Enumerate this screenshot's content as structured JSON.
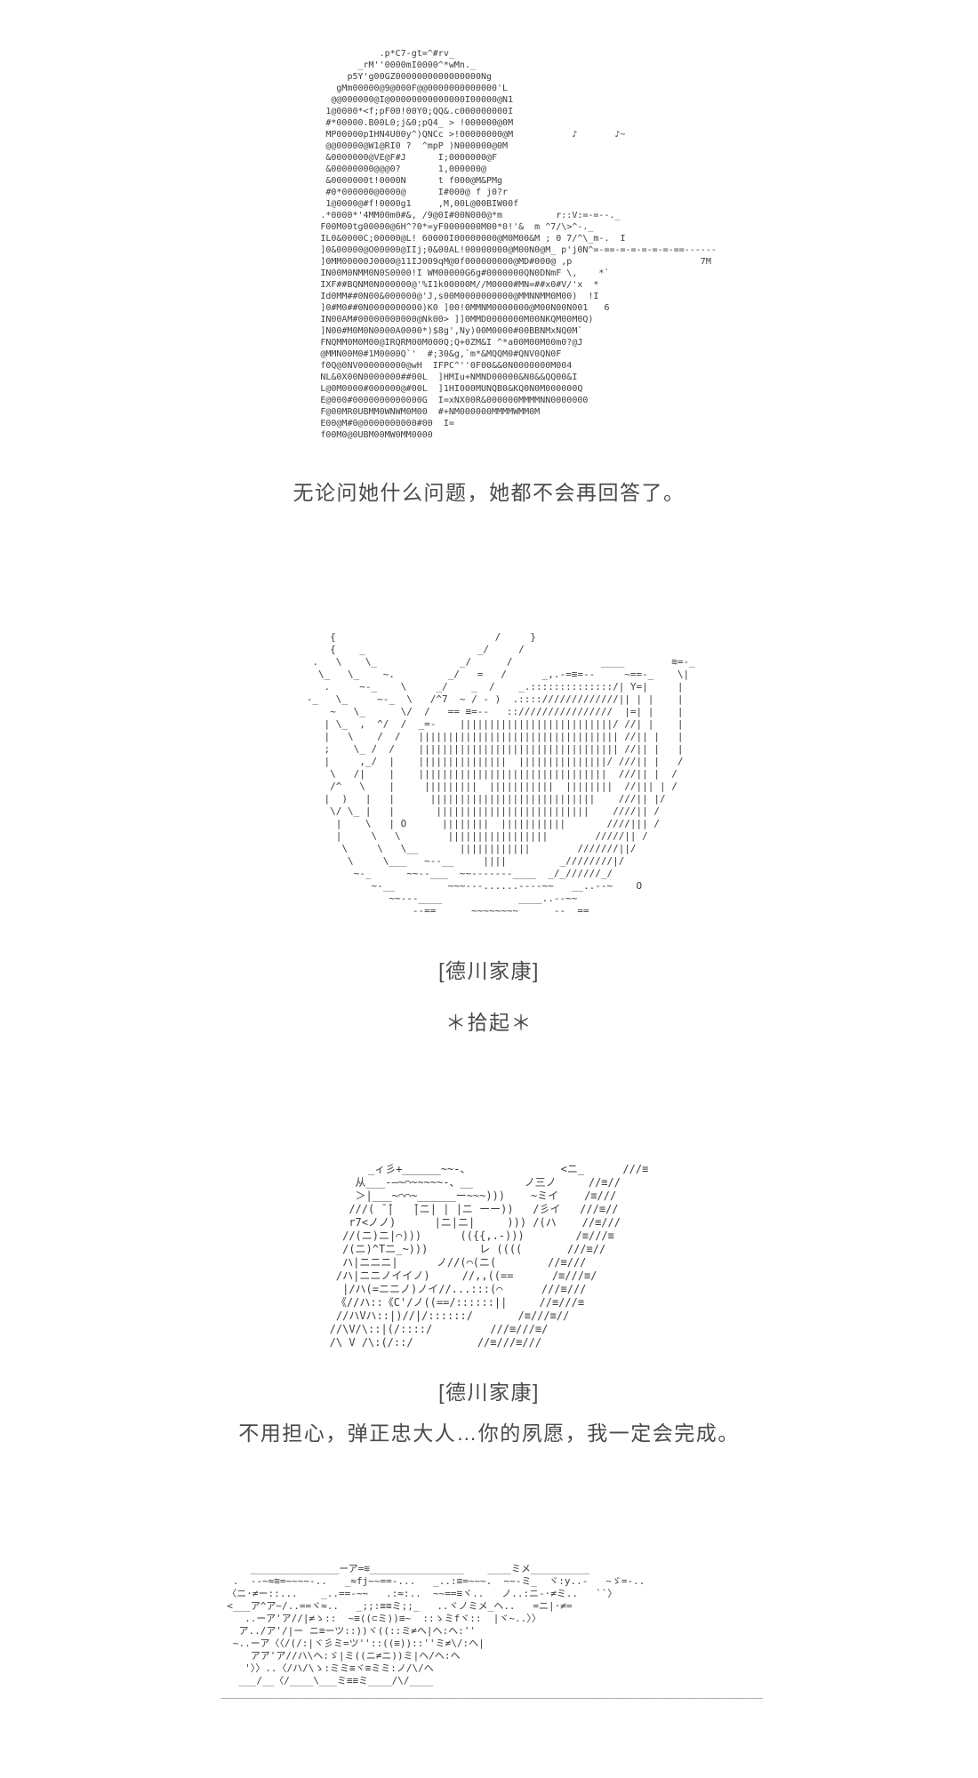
{
  "page": {
    "background_color": "#ffffff",
    "caption_color": "#4a4a4a",
    "ascii_color": "#3d3d3d"
  },
  "scene": {
    "girl_aa": [
      "                      .p*C7-gt=^#rv_",
      "                  _rM''0000mI0000^*wMn._",
      "                p5Y'g00GZ0000000000000000Ng",
      "              gMm00000@9@000F@@0000000000000'L",
      "             @@000000@I@00000000000000I00000@N1",
      "            1@0000*<f;pF00!00Y0;QQ&.c000000000I",
      "            #*00000.B00L0;j&0;pQ4_ > !000000@0M",
      "            MP00000pIHN4U00y^)QNCc >!00000000@M           ♪       ♪~",
      "            @@00000@W1@RI0 ?  ^mpP )N000000@0M",
      "            &0000000@VE@F#J      I;0000000@F",
      "            &00000000@@@0?       1,000000@",
      "            &0000000t!0000N      t f000@M&PMg",
      "            #0*000000@0000@      I#000@ f j0?r",
      "            1@0000@#f!0000g1     ,M,00L@00BIW00f",
      "           .*0000*'4MM00m0#&, /9@0I#00N000@*m          r::V:=-=--._",
      "           F00M00tg00000@6H^?0*=yF0000000M00*0!'&  m ^7/\\>^-._",
      "           IL0&0000C;00000@L! 60000I00000000@M0M00&M ; 0 7/^\\_m-.  I",
      "           ]0&00000@O00000@IIj;0&00AL!00000000@M00N0@M_ p'j0N^=-==-=-=-=-=-=-==------",
      "           ]0MM00000J0000@11IJ009qM@0f000000000@MD#000@ ,p                        7M",
      "           IN00M0NMM0N0S0000!I WM00000G6g#0000000QN0DNmF \\,    *`",
      "           IXF##BQNM0N000000@'%I1k00000M//M0000#MN=##x0#V/'x  *",
      "           Id0MM##0N00&000000@'J,s00M0000000000@MMNNMM0M00)  !I",
      "           ]0#M0##0N0000000000)K0 ]00!0MMNM0000000@M00N00N001   6",
      "           IN00AM#00000000000@Nk00> ]]0MMD0000000M00NKQM00M0Q)",
      "           ]N00#M0M0N0000A0000*)$8g',Ny)00M0000#00BBNMxNQ0M`",
      "           FNQMM0M0M00@IRQRM00M000Q;Q+0ZM&I ^*a00M00M00m0?@J",
      "           @MMN00M0#1M0000Q`'  #;30&g,`m*&MQQM0#QNV0QN0F",
      "           f0Q@0NV000000000@wH  IFPC^''0F00&&0N0000000M004",
      "           NL&0X00N0000000##00L  ]HMIu+NMND00000&N0&&QQ00&I",
      "           L@0M0000#000000@#00L  ]1HI000MUNQB0&KQ0N0M000000Q",
      "           E@000#0000000000000G  I=xNX00R&000000MMMMNN0000000",
      "           F@00MR0UBMM0WNWM0M00  #+NM000000MMMMWMM0M",
      "           E00@M#0@0000000000#00  I=",
      "           f00M0@0UBM00MW0MM0000"
    ],
    "narration": "无论问她什么问题，她都不会再回答了。",
    "item_aa": [
      "        {                           /     }",
      "        {    _                   _/     /",
      "     .   \\    \\_              _/      /               ____        ≋=-_",
      "      \\_   \\_    ~.         _/   =   /      _,.-=≡=--     ~==-_    \\|",
      "       .     ~-_    \\     _/    _  /    _.::::::::::::::/| Y=|     |",
      "    -_   \\_     ~-_  \\   /^7  ~ / - )  .:::://///////////|| | |    |",
      "        ~   \\_      \\/  /   == ≡=--   ::////////////////  |=| |    |",
      "       | \\_  ,  ^/  /  _=-    ||||||||||||||||||||||||||/ //| |    |",
      "       |   \\    /  /   |||||||||||||||||||||||||||||||||| //|| |   |",
      "       ;    \\_ /  /    |||||||||||||||||||||||||||||||||| //|| |   |",
      "       |     ,_/  |    |||||||||||||||  |||||||||||||||/ ///|| |   /",
      "        \\   /|    |    ||||||||||||||||||||||||||||||||  ///|| |  /",
      "        /^   \\    |     |||||||||  |||||||||||  ||||||||  //||| | /",
      "       |  )   |   |      ||||||||||||||||||||||||||||    ///|| |/",
      "        \\/ \\_ |   |       ||||||||||||||||||||||||||    ////|| /",
      "         |    \\   | O      ||||||||  |||||||||||       ////||| /",
      "         |     \\   \\        |||||||||||||||||        /////|| /",
      "          \\     \\   \\__       ||||||||||||        ///////||/",
      "           \\     \\___   ~--__     ||||         _////////|/",
      "            ~-_      ~~--___  ~~-------____  _/_//////_/",
      "               ~-__         ~~~---......----~~   __..--~    O",
      "                  ~~---____             ____..--~~",
      "                      --==      ~~~~~~~~      --  =="
    ],
    "speaker_1": "[德川家康]",
    "action_1": "＊拾起＊",
    "ieyasu_aa": [
      "      _ィ彡+______~~-、              <ニ_      ///≡",
      "    从___-―~⌒~~~~~-、__        ノ三ノ     //≡//",
      "    ＞|___~⌒⌒~______ー~~~)))    ~ミイ    /≡///",
      "   ///( ̄ ̄|   ̄|ニ| | |ニ ーー))   /彡イ   ///≡//",
      "   r7<ノノ)      |ニ|ニ|     ))) /(ハ    //≡///",
      "  //(ニ)ニ|⌒)))      (({{,.-)))        /≡///≡",
      "  /(ニ)^Tニ_~)))        レ ((((       ///≡//",
      "  ハ|ニニニ|      ノ//(⌒(ニ(        //≡///",
      " /ハ|ニニノイイノ)     //,,((==      /≡///≡/",
      "  |/ハ(=ニニノ)ノイ//...:::(⌒      ///≡///",
      " 《//ハ::《C'/ノ((==/::::::||     //≡///≡",
      " //ハVハ::|)//|/::::::/       /≡///≡//",
      "//\\V/\\::|(/::::/         ///≡///≡/",
      "/\\ V /\\:(/::/          //≡///≡///"
    ],
    "speaker_2": "[德川家康]",
    "dialogue": "不用担心，弹正忠大人…你的夙愿，我一定会完成。",
    "battle_aa": [
      "      _______________ーア=≋________________    ____ミメ__________",
      "   .  --~≈≋=~~~~-..   _≈fj~~==-...   _..:≡=~~~.  ~~-ミ_  ヾ:y..-   ~ゞ=-..",
      "  〈ニ·≠ー::...    _..==-~~   .:≈:..  ~~==≡ヾ..   ノ..:ニ-·≠ミ..   ``〉",
      "  <___ア^ア~/..==ヾ≈..   _;;:≡≡ミ;;_   ..ヾノミメ_ヘ..   =ニ|·≠=",
      "     ..ーア'ア//|≠ゝ::  ~≡((⊂ミ))≡~  ::ゝミfヾ::  |ヾ~..〉〉",
      "    ア../ア'/|ー ニ≡ーツ::))ヾ((::ミ≠ヘ|ヘ:ヘ:''",
      "   ~..ーア〈〈/(/:|ヾ彡ミ=ツ''::((≡))::''ミ≠\\/:ヘ|",
      "      アア'ア//ハ\\ヘ:ゞ|ミ((ニ≠ニ))ミ|ヘ/ヘ:ヘ",
      "     '〉〉..〈/ハ/\\ゝ:ミミ≡ヾ≡ミミ:ノ/\\/ヘ",
      "    ___/__〈/____\\___ミ≡≡ミ____/\\/____",
      " ____________________________________________________________________________________________"
    ]
  }
}
